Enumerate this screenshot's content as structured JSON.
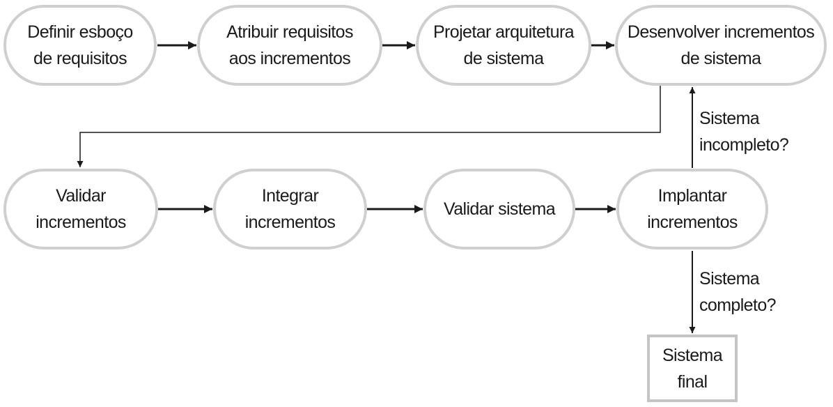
{
  "diagram": {
    "nodes": {
      "definir": [
        "Definir esboço",
        "de requisitos"
      ],
      "atribuir": [
        "Atribuir requisitos",
        "aos incrementos"
      ],
      "projetar": [
        "Projetar arquitetura",
        "de sistema"
      ],
      "desenvolver": [
        "Desenvolver incrementos",
        "de sistema"
      ],
      "validar_inc": [
        "Validar",
        "incrementos"
      ],
      "integrar": [
        "Integrar",
        "incrementos"
      ],
      "validar_sis": [
        "Validar sistema"
      ],
      "implantar": [
        "Implantar",
        "incrementos"
      ],
      "final": [
        "Sistema",
        "final"
      ]
    },
    "edge_labels": {
      "incompleto": [
        "Sistema",
        "incompleto?"
      ],
      "completo": [
        "Sistema",
        "completo?"
      ]
    }
  }
}
